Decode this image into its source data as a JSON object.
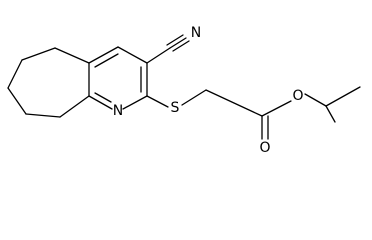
{
  "molecule": {
    "atom_labels": {
      "ring_nitrogen": "N",
      "nitrile_nitrogen": "N",
      "sulfur": "S",
      "ester_oxygen": "O",
      "carbonyl_oxygen": "O"
    },
    "colors": {
      "bond": "#000000",
      "label": "#000000",
      "background": "#ffffff"
    }
  }
}
